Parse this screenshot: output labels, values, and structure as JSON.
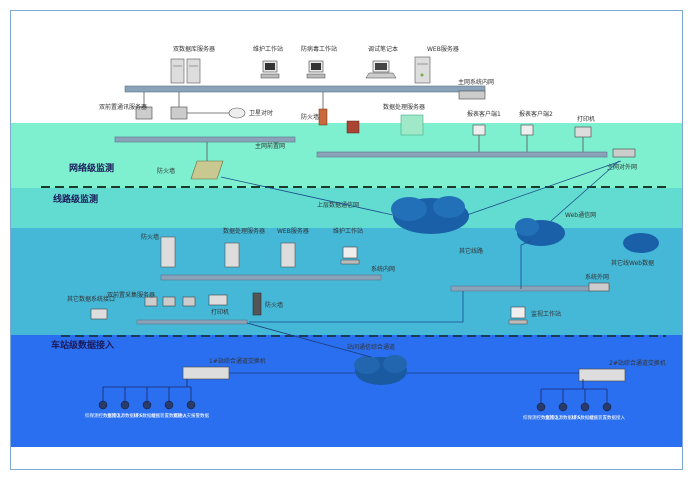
{
  "colors": {
    "zone_network": "#7ef0cf",
    "zone_line": "#45b8d8",
    "zone_station": "#2a6ff0",
    "bus": "#6d8fa8",
    "cloud": "#1a60a8",
    "divider": "#1a3a2a"
  },
  "zones": {
    "network": "网络级监测",
    "line": "线路级监测",
    "station": "车站级数据接入"
  },
  "top": {
    "db_servers": "双数据库服务器",
    "maint_ws": "维护工作站",
    "defense_ws": "防病毒工作站",
    "test_laptop": "调试笔记本",
    "web_server": "WEB服务器",
    "main_intranet": "主网系统内网",
    "comm_server": "双前置通讯服务器",
    "time_sync": "卫星对时",
    "firewall_top": "防火墙",
    "data_proc": "数据处理服务器",
    "client_a": "报表客户端1",
    "client_b": "报表客户端2",
    "printer_top": "打印机",
    "main_switch": "主网前置网",
    "firewall_net": "防火墙",
    "main_extranet": "主网对外网"
  },
  "line": {
    "upper_net": "上层数据通信网",
    "web_net": "Web通信网",
    "other_lines": "其它线路",
    "other_web": "其它线Web数据",
    "firewall_left": "防火墙",
    "data_proc": "数据处理服务器",
    "web_server": "WEB服务器",
    "maint_ws": "维护工作站",
    "sys_intranet": "系统内网",
    "dual_front": "双前置采集服务器",
    "other_iface": "其它数据系统接口",
    "firewall_mid": "防火墙",
    "printer": "打印机",
    "sys_extranet": "系统外网",
    "monitor_ws": "监视工作站"
  },
  "station": {
    "inter_net": "站间通信综合通道",
    "switch1": "1#站综合通道交换机",
    "switch2": "2#站综合通道交换机",
    "devices1": [
      "综保测控数据接入",
      "直流电源数据接入",
      "UPS数据接入",
      "站控装置数据接入",
      "消防火灾报警数据"
    ],
    "devices2": [
      "综保测控数据接入",
      "直流电源数据接入",
      "UPS数据接入",
      "站控装置数据接入"
    ]
  }
}
